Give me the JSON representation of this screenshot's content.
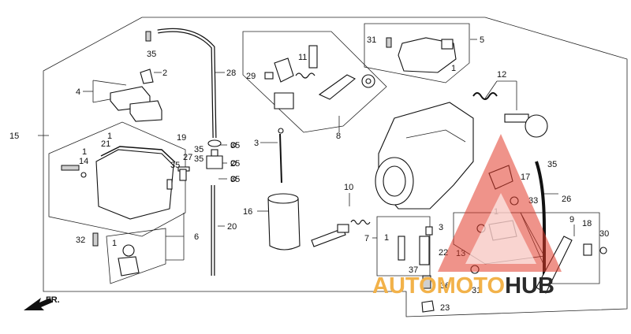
{
  "callouts": {
    "c35a": "35",
    "c2": "2",
    "c28": "28",
    "c4": "4",
    "c15": "15",
    "c1a": "1",
    "c21": "21",
    "c1b": "1",
    "c14": "14",
    "c35b": "35",
    "c27": "27",
    "c35c": "35",
    "c35d": "35",
    "c25": "25",
    "c35e": "35",
    "c19": "19",
    "c35f": "35",
    "c6": "6",
    "c32": "32",
    "c1c": "1",
    "c20": "20",
    "c31a": "31",
    "c5": "5",
    "c1d": "1",
    "c11": "11",
    "c29": "29",
    "c8": "8",
    "c3a": "3",
    "c16": "16",
    "c10": "10",
    "c7": "7",
    "c1e": "1",
    "c37": "37",
    "c3b": "3",
    "c22": "22",
    "c36": "36",
    "c23": "23",
    "c12": "12",
    "c17": "17",
    "c35g": "35",
    "c26": "26",
    "c33": "33",
    "c1f": "1",
    "c13": "13",
    "c9": "9",
    "c18": "18",
    "c30": "30",
    "c31b": "31"
  },
  "direction_label": "FR.",
  "watermark": {
    "part1": "AUTO",
    "part2": "MOTO",
    "part3": "HUB",
    "color_orange": "#f2b24a",
    "color_red": "#e23a2a",
    "color_dark": "#2a2a2a"
  }
}
